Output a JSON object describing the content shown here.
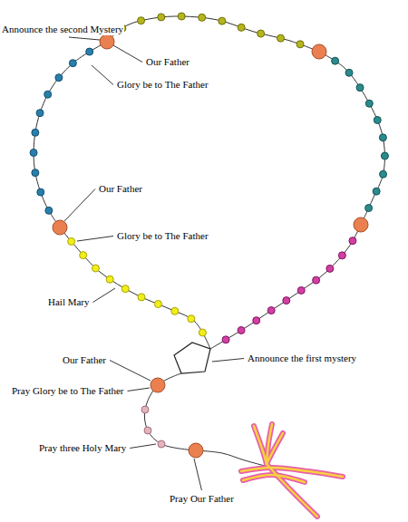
{
  "diagram": {
    "labels": [
      "Announce the second Mystery",
      "Our Father",
      "Glory be to The Father",
      "Our Father",
      "Glory be to The Father",
      "Hail Mary",
      "Our Father",
      "Announce the first mystery",
      "Pray Glory be to The Father",
      "Pray three Holy Mary",
      "Pray Our Father"
    ]
  }
}
